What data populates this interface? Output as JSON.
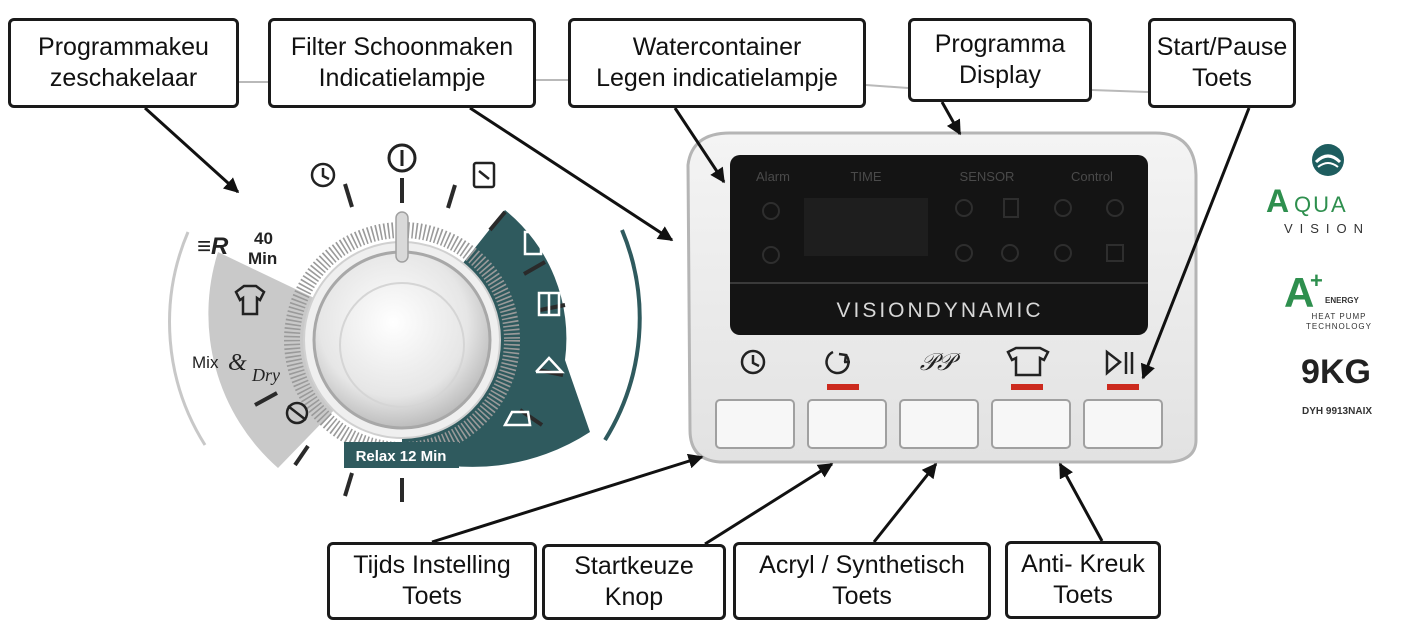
{
  "callouts": {
    "program_switch": {
      "line1": "Programmakeu",
      "line2": "zeschakelaar"
    },
    "filter_lamp": {
      "line1": "Filter Schoonmaken",
      "line2": "Indicatielampje"
    },
    "water_lamp": {
      "line1": "Watercontainer",
      "line2": "Legen indicatielampje"
    },
    "display": {
      "line1": "Programma",
      "line2": "Display"
    },
    "start_pause": {
      "line1": "Start/Pause",
      "line2": "Toets"
    },
    "time_setting": {
      "line1": "Tijds Instelling",
      "line2": "Toets"
    },
    "delay_start": {
      "line1": "Startkeuze",
      "line2": "Knop"
    },
    "acryl": {
      "line1": "Acryl / Synthetisch",
      "line2": "Toets"
    },
    "anti_crease": {
      "line1": "Anti- Kreuk",
      "line2": "Toets"
    }
  },
  "dial": {
    "fast_label": "40",
    "fast_unit": "Min",
    "mixdry_label_a": "Mix",
    "mixdry_label_b": "Dry",
    "relax_label": "Relax 12 Min",
    "accent_color": "#2f5a5e"
  },
  "panel": {
    "labels": [
      "Alarm",
      "TIME",
      "SENSOR",
      "Control"
    ],
    "brand": "VISIONDYNAMIC",
    "indicator_color": "#cc2a1e"
  },
  "branding": {
    "aqua_a": "A",
    "aqua_rest": "QUA",
    "vision": "VISION",
    "aplus": "A",
    "plus": "+",
    "energy": "ENERGY",
    "heat_pump": "HEAT PUMP",
    "technology": "TECHNOLOGY",
    "capacity": "9KG",
    "model": "DYH 9913NAIX",
    "green_color": "#2e8f4e"
  }
}
